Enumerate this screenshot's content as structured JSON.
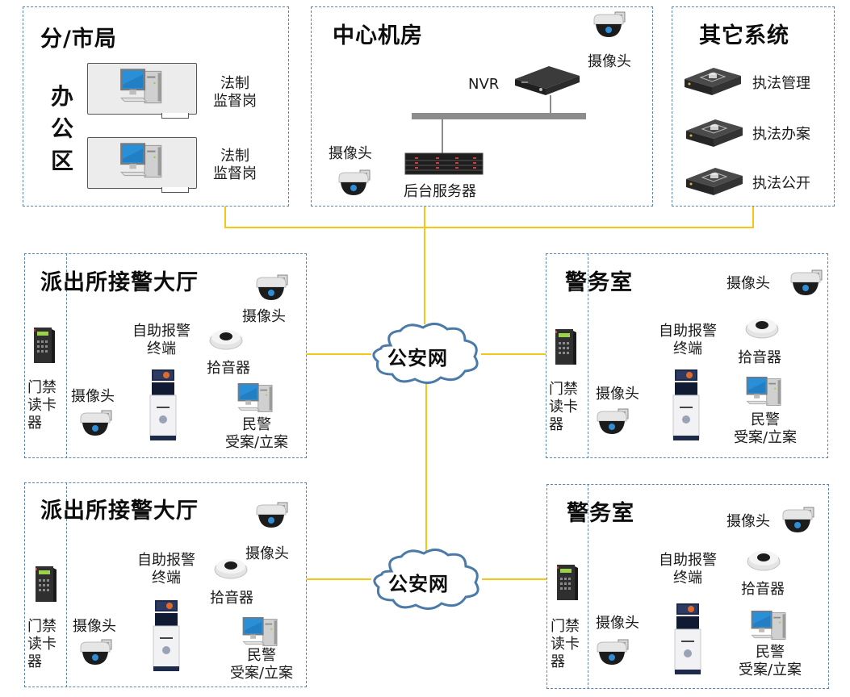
{
  "diagram": {
    "branch_office": {
      "title": "分/市局",
      "zone_label": "办公区",
      "workstations": [
        {
          "label_line1": "法制",
          "label_line2": "监督岗"
        },
        {
          "label_line1": "法制",
          "label_line2": "监督岗"
        }
      ]
    },
    "data_center": {
      "title": "中心机房",
      "nvr_label": "NVR",
      "server_label": "后台服务器",
      "camera_labels": [
        "摄像头",
        "摄像头"
      ]
    },
    "other_systems": {
      "title": "其它系统",
      "items": [
        "执法管理",
        "执法办案",
        "执法公开"
      ]
    },
    "network_label": "公安网",
    "stations": [
      {
        "title": "派出所接警大厅",
        "door_reader": "门禁读卡器",
        "door_reader_lines": [
          "门禁",
          "读卡",
          "器"
        ],
        "camera_top": "摄像头",
        "camera_bottom": "摄像头",
        "kiosk_line1": "自助报警",
        "kiosk_line2": "终端",
        "mic": "拾音器",
        "pc_line1": "民警",
        "pc_line2": "受案/立案"
      },
      {
        "title": "警务室",
        "door_reader": "门禁读卡器",
        "door_reader_lines": [
          "门禁",
          "读卡",
          "器"
        ],
        "camera_top": "摄像头",
        "camera_bottom": "摄像头",
        "kiosk_line1": "自助报警",
        "kiosk_line2": "终端",
        "mic": "拾音器",
        "pc_line1": "民警",
        "pc_line2": "受案/立案"
      },
      {
        "title": "派出所接警大厅",
        "door_reader": "门禁读卡器",
        "door_reader_lines": [
          "门禁",
          "读卡",
          "器"
        ],
        "camera_top": "摄像头",
        "camera_bottom": "摄像头",
        "kiosk_line1": "自助报警",
        "kiosk_line2": "终端",
        "mic": "拾音器",
        "pc_line1": "民警",
        "pc_line2": "受案/立案"
      },
      {
        "title": "警务室",
        "door_reader": "门禁读卡器",
        "door_reader_lines": [
          "门禁",
          "读卡",
          "器"
        ],
        "camera_top": "摄像头",
        "camera_bottom": "摄像头",
        "kiosk_line1": "自助报警",
        "kiosk_line2": "终端",
        "mic": "拾音器",
        "pc_line1": "民警",
        "pc_line2": "受案/立案"
      }
    ],
    "colors": {
      "link": "#f5c518",
      "border": "#5b84b1",
      "cloud_stroke": "#4a7aa8",
      "bus": "#8c8c8c"
    }
  }
}
